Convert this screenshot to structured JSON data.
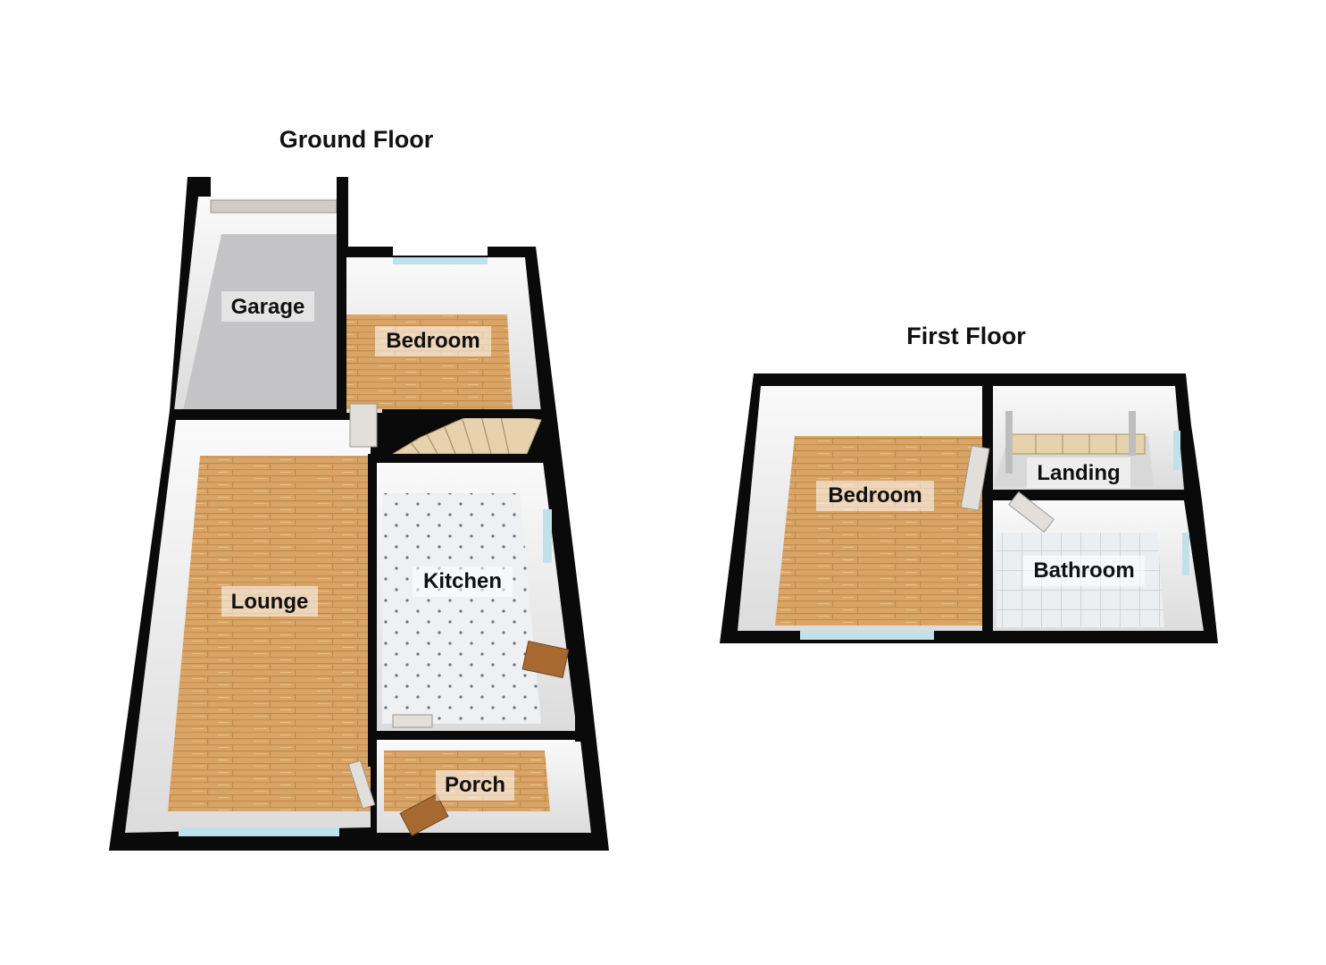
{
  "floors": [
    {
      "title": "Ground Floor",
      "rooms": [
        "Garage",
        "Bedroom",
        "Lounge",
        "Kitchen",
        "Porch"
      ]
    },
    {
      "title": "First Floor",
      "rooms": [
        "Bedroom",
        "Landing",
        "Bathroom"
      ]
    }
  ],
  "colors": {
    "wall": "#0a0a0a",
    "wood_floor": "#d9a566",
    "tile_floor": "#eef0f2",
    "garage_floor": "#c4c4c6",
    "window": "#bfe1ea"
  }
}
